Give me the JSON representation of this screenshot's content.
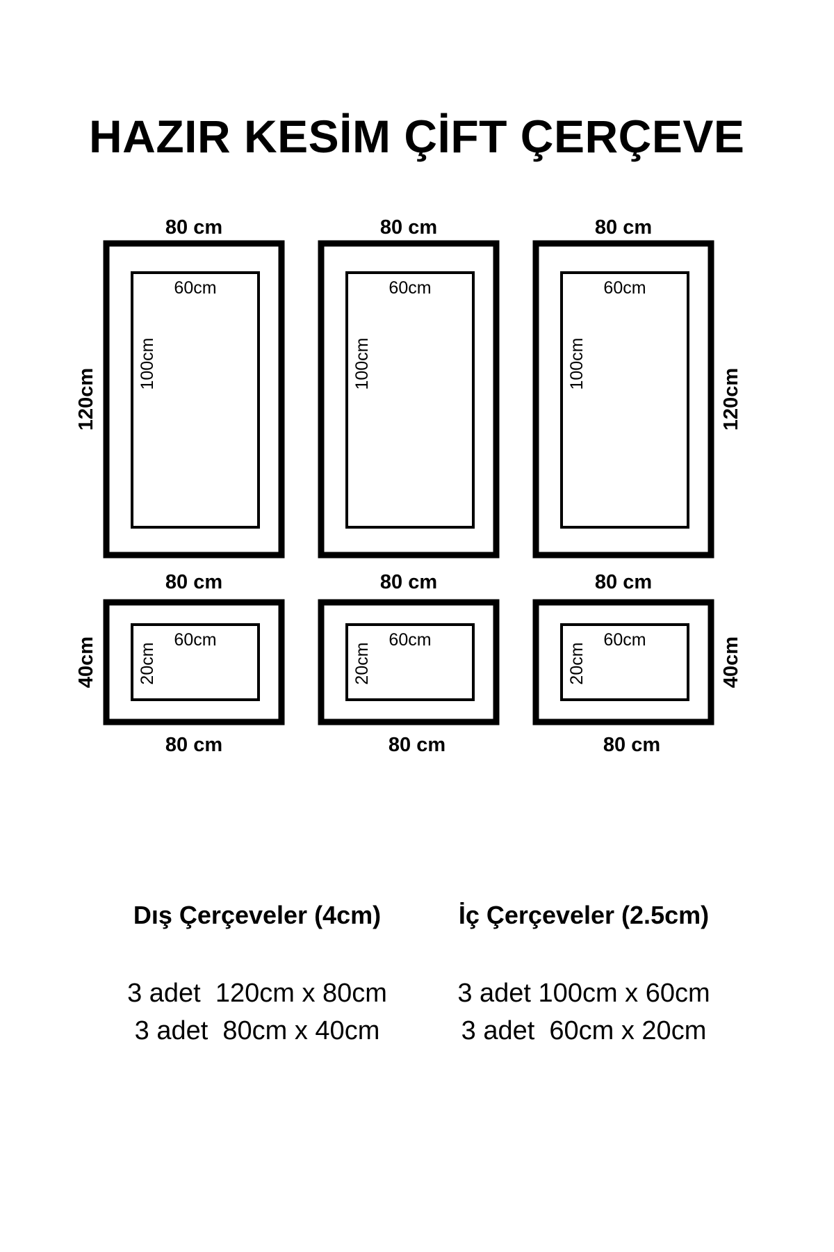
{
  "title": "HAZIR KESİM ÇİFT ÇERÇEVE",
  "colors": {
    "frame": "#000000",
    "background": "#ffffff"
  },
  "frames": [
    {
      "row": "top",
      "outer_width": "80 cm",
      "outer_height": "120cm",
      "outer_height_side": "left",
      "inner_width": "60cm",
      "inner_height": "100cm",
      "bottom_width": "80 cm"
    },
    {
      "row": "top",
      "outer_width": "80 cm",
      "outer_height": "",
      "outer_height_side": "",
      "inner_width": "60cm",
      "inner_height": "100cm",
      "bottom_width": "80 cm"
    },
    {
      "row": "top",
      "outer_width": "80 cm",
      "outer_height": "120cm",
      "outer_height_side": "right",
      "inner_width": "60cm",
      "inner_height": "100cm",
      "bottom_width": "80 cm"
    },
    {
      "row": "bottom",
      "outer_width": "",
      "outer_height": "40cm",
      "outer_height_side": "left",
      "inner_width": "60cm",
      "inner_height": "20cm",
      "bottom_width": "80 cm"
    },
    {
      "row": "bottom",
      "outer_width": "",
      "outer_height": "",
      "outer_height_side": "",
      "inner_width": "60cm",
      "inner_height": "20cm",
      "bottom_width": "80 cm"
    },
    {
      "row": "bottom",
      "outer_width": "",
      "outer_height": "40cm",
      "outer_height_side": "right",
      "inner_width": "60cm",
      "inner_height": "20cm",
      "bottom_width": "80 cm"
    }
  ],
  "summary": {
    "outer": {
      "heading": "Dış Çerçeveler (4cm)",
      "lines": [
        "3 adet  120cm x 80cm",
        "3 adet  80cm x 40cm"
      ]
    },
    "inner": {
      "heading": "İç Çerçeveler (2.5cm)",
      "lines": [
        "3 adet 100cm x 60cm",
        "3 adet  60cm x 20cm"
      ]
    }
  }
}
